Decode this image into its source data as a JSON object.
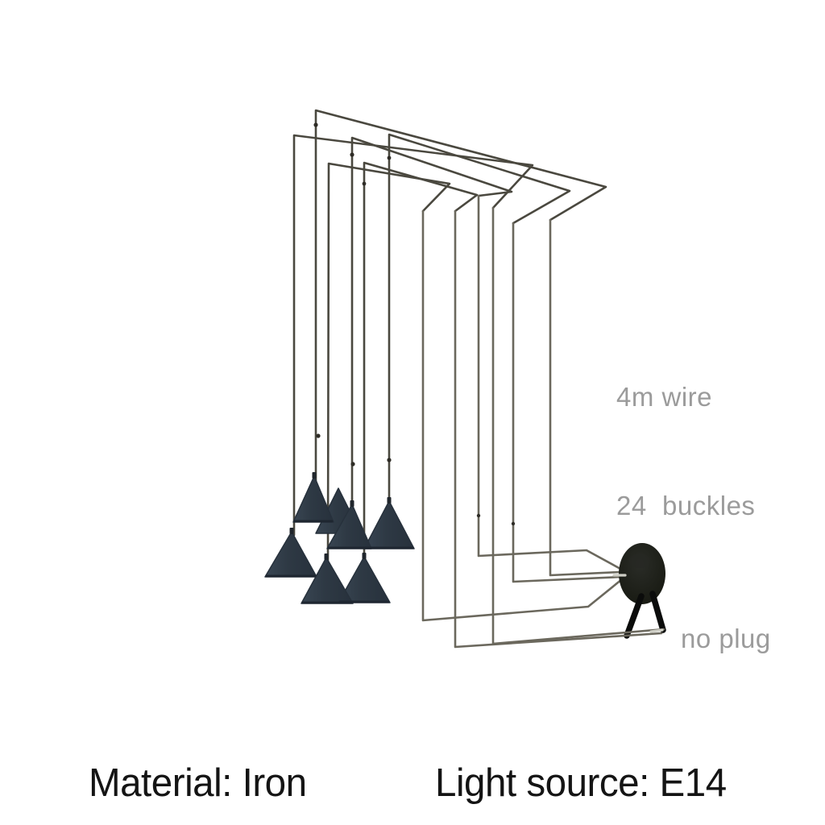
{
  "image": {
    "kind": "product-photo",
    "subject": "multi-pendant iron ceiling lamp with cone shades",
    "shade_count": 6
  },
  "annotations": {
    "wire_label": "4m wire",
    "buckles_label": "24  buckles",
    "plug_label": "no plug"
  },
  "specs": {
    "material": "Material: Iron",
    "light_source": "Light source: E14"
  },
  "colors": {
    "background": "#ffffff",
    "wire_top": "#4a483f",
    "wire_bottom": "#6b685d",
    "shade": "#2e3944",
    "shade_rim": "#1e2630",
    "canopy": "#191b18",
    "legs": "#0b0c0b",
    "wire_tip_highlight": "#cfcfc6",
    "annotation_text": "#9b9b9b",
    "spec_text": "#141414"
  }
}
